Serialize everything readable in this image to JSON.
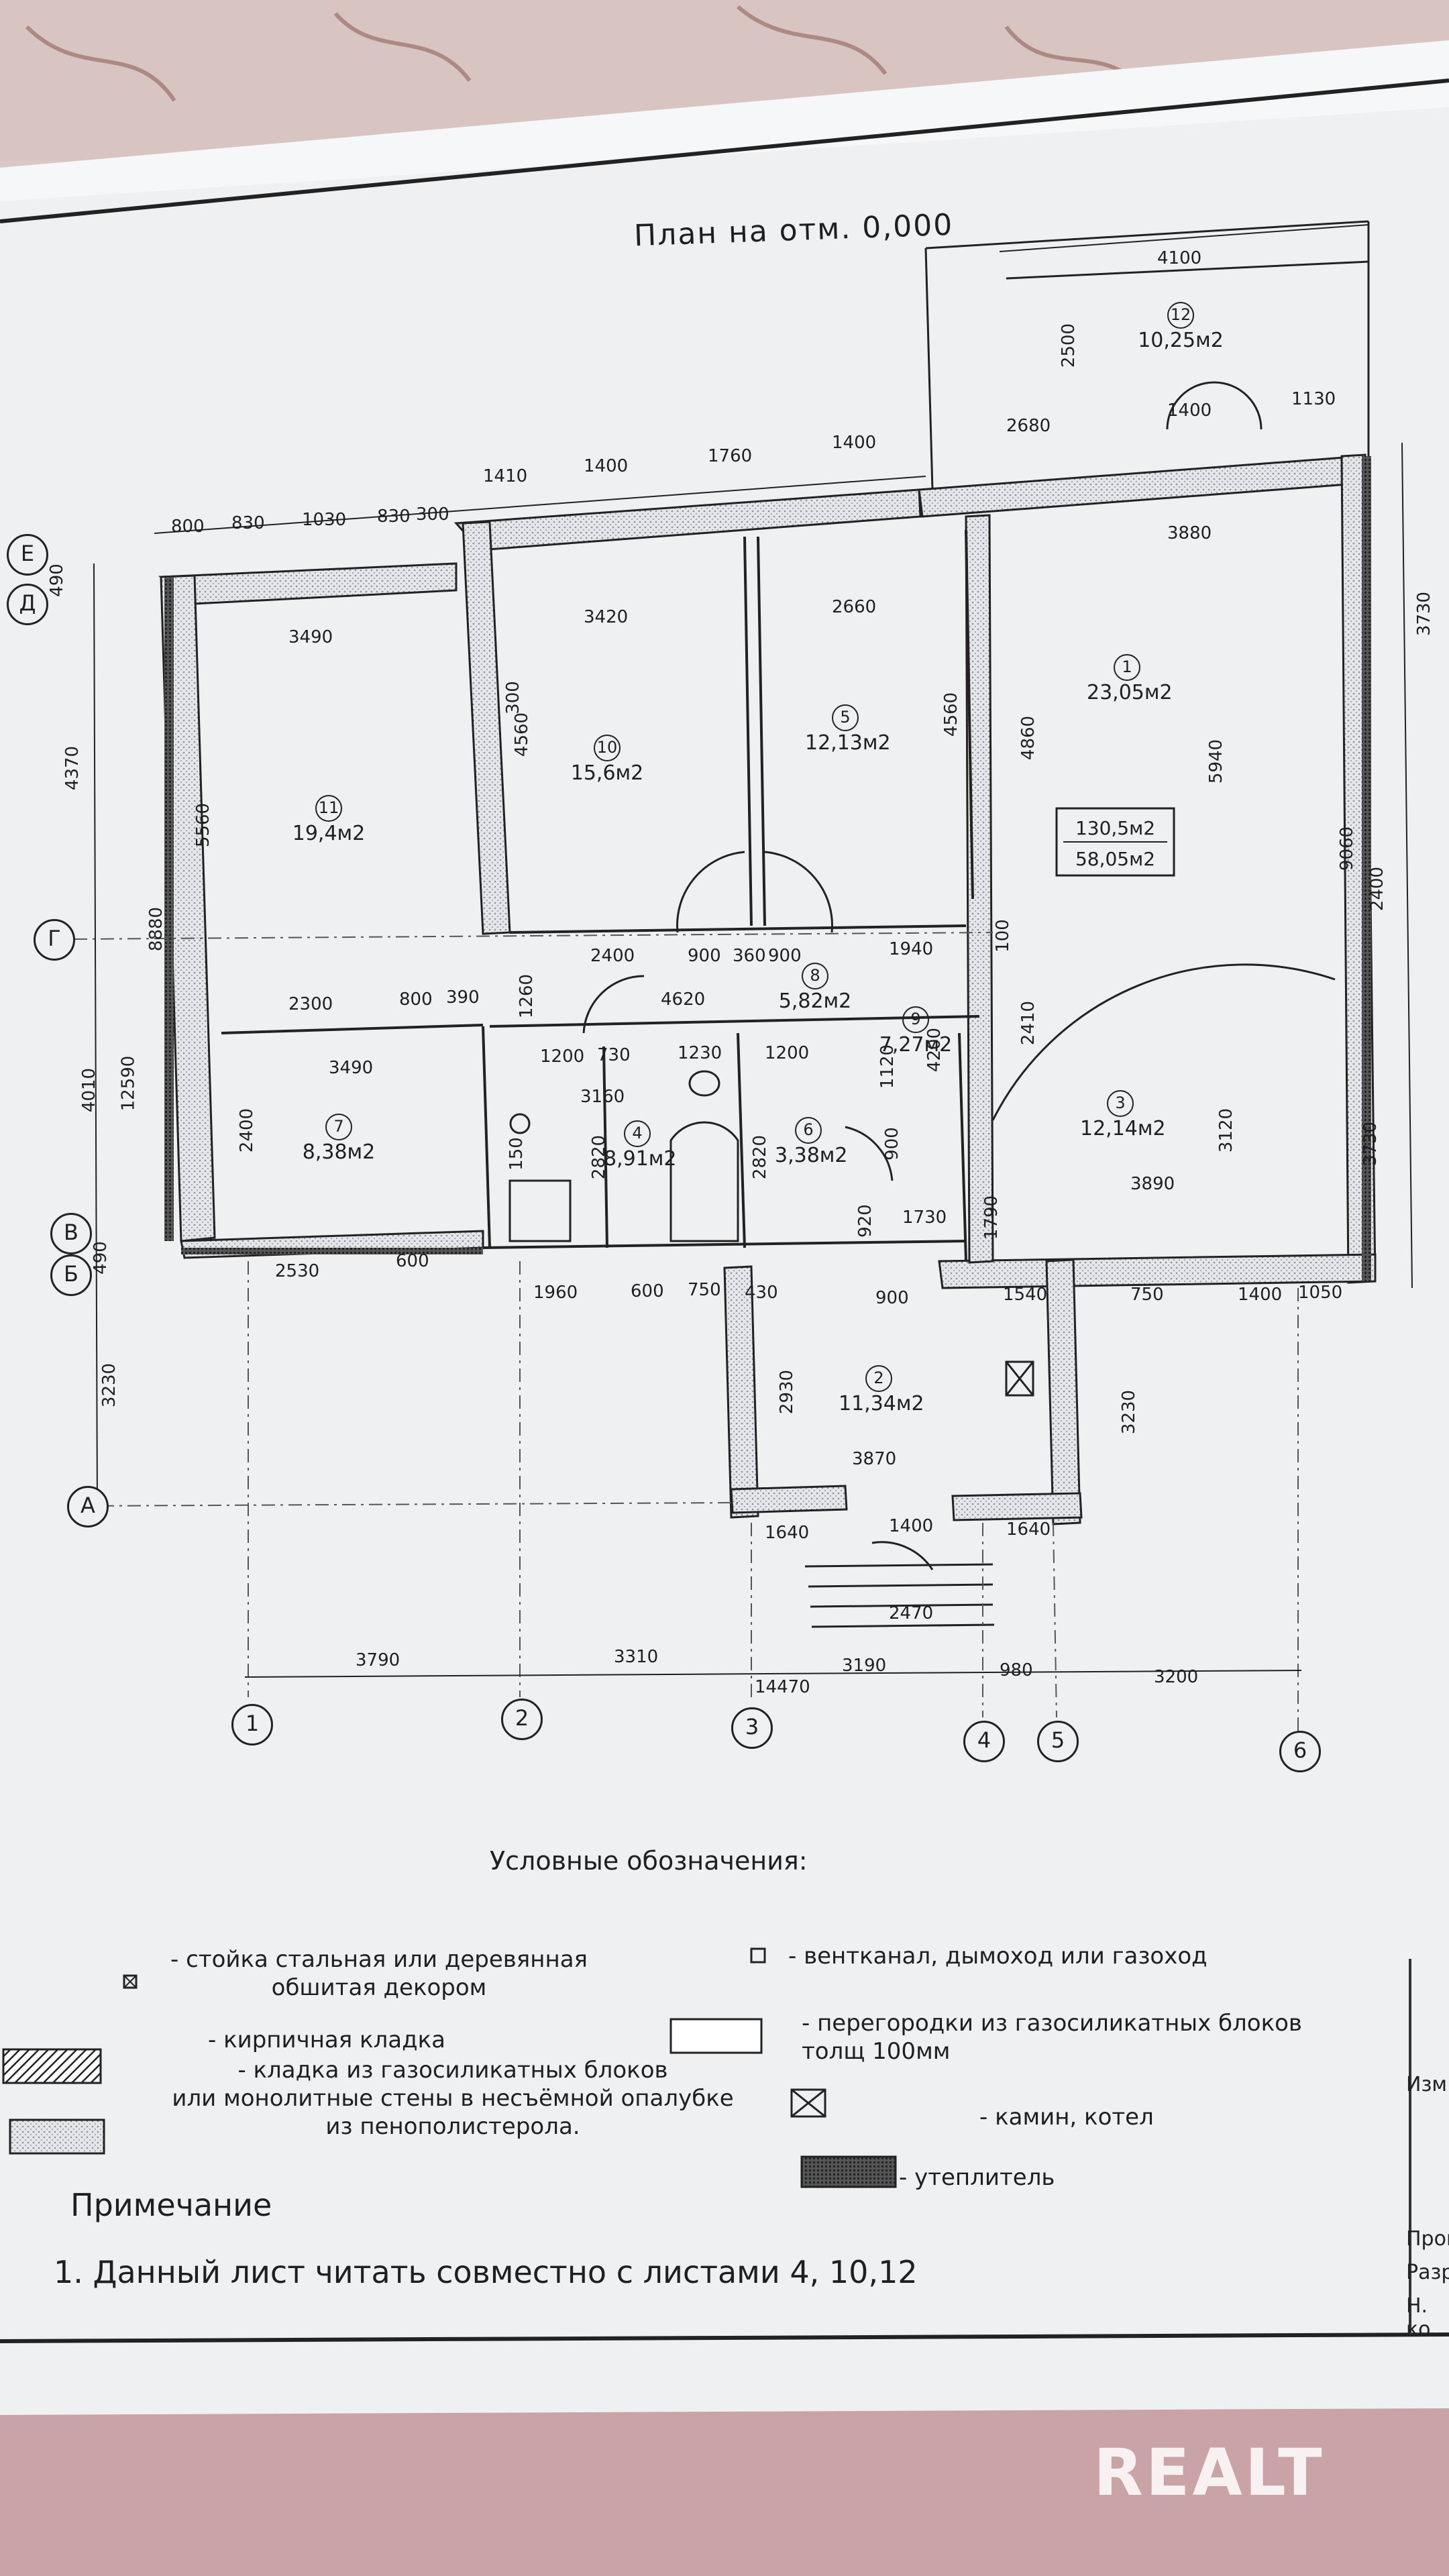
{
  "plan_title": "План на отм. 0,000",
  "rooms": [
    {
      "num": "1",
      "area": "23,05м2"
    },
    {
      "num": "2",
      "area": "11,34м2"
    },
    {
      "num": "3",
      "area": "12,14м2"
    },
    {
      "num": "4",
      "area": "8,91м2"
    },
    {
      "num": "5",
      "area": "12,13м2"
    },
    {
      "num": "6",
      "area": "3,38м2"
    },
    {
      "num": "7",
      "area": "8,38м2"
    },
    {
      "num": "8",
      "area": "5,82м2"
    },
    {
      "num": "9",
      "area": "7,27м2"
    },
    {
      "num": "10",
      "area": "15,6м2"
    },
    {
      "num": "11",
      "area": "19,4м2"
    },
    {
      "num": "12",
      "area": "10,25м2"
    }
  ],
  "total_area": {
    "line1": "130,5м2",
    "line2": "58,05м2"
  },
  "axes_numbers": [
    "1",
    "2",
    "3",
    "4",
    "5",
    "6"
  ],
  "axes_letters": [
    "Е",
    "Д",
    "Г",
    "В",
    "Б",
    "А"
  ],
  "dims_bottom": [
    "3790",
    "3310",
    "3190",
    "980",
    "3200",
    "14470"
  ],
  "dims_top": [
    "800",
    "830",
    "1030",
    "830",
    "300",
    "1410",
    "1400",
    "1760",
    "1400",
    "2680",
    "1400",
    "1130",
    "4100",
    "2500"
  ],
  "dims_left": [
    "490",
    "4370",
    "8880",
    "12590",
    "4010",
    "490",
    "3230"
  ],
  "dims_right": [
    "3730",
    "2400",
    "3730",
    "3230"
  ],
  "dims_interior": [
    "3490",
    "3420",
    "2660",
    "3880",
    "4560",
    "4560",
    "4860",
    "5940",
    "9060",
    "5560",
    "2400",
    "900",
    "360",
    "900",
    "1940",
    "2300",
    "800",
    "390",
    "4620",
    "1200",
    "730",
    "1230",
    "1200",
    "3490",
    "3160",
    "2820",
    "2820",
    "2410",
    "4200",
    "1120",
    "900",
    "920",
    "1730",
    "1790",
    "3120",
    "3890",
    "2530",
    "600",
    "1960",
    "600",
    "750",
    "430",
    "900",
    "1540",
    "750",
    "1400",
    "1050",
    "2930",
    "3870",
    "1640",
    "1400",
    "1640",
    "2470",
    "2400",
    "1260",
    "300",
    "150",
    "100"
  ],
  "legend": {
    "title": "Условные обозначения:",
    "items": [
      {
        "symbol": "post-icon",
        "text1": "- стойка стальная или деревянная",
        "text2": "обшитая декором"
      },
      {
        "symbol": "vent-icon",
        "text1": "- вентканал, дымоход или газоход",
        "text2": ""
      },
      {
        "symbol": "brick-hatch",
        "text1": "- кирпичная кладка",
        "text2": ""
      },
      {
        "symbol": "partition-box",
        "text1": "- перегородки из газосиликатных блоков",
        "text2": "толщ 100мм"
      },
      {
        "symbol": "block-hatch",
        "text1": "- кладка из газосиликатных блоков",
        "text2": "или монолитные стены в несъёмной опалубке",
        "text3": "из пенополистерола."
      },
      {
        "symbol": "fireplace-icon",
        "text1": "- камин, котел",
        "text2": ""
      },
      {
        "symbol": "insulation-hatch",
        "text1": "- утеплитель",
        "text2": ""
      }
    ]
  },
  "note": {
    "title": "Примечание",
    "line": "1. Данный лист читать совместно с листами 4, 10,12"
  },
  "stamp": [
    "Изм",
    "Пров",
    "Разра",
    "Н. ко"
  ],
  "watermark": "REALT",
  "colors": {
    "paper": "#eef0f2",
    "ink": "#1f1f22",
    "fabric": "#d9c8c6"
  }
}
